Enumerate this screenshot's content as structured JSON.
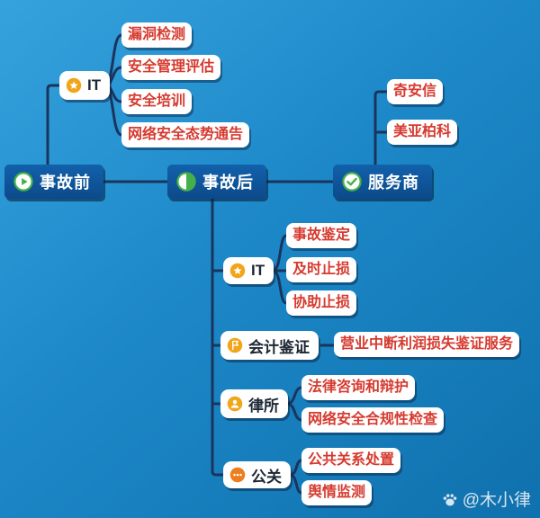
{
  "mindmap": {
    "root_row": [
      {
        "label": "事故前",
        "icon": "play-icon"
      },
      {
        "label": "事故后",
        "icon": "half-circle-icon"
      },
      {
        "label": "服务商",
        "icon": "check-icon"
      }
    ],
    "branches": {
      "pre_it": {
        "label": "IT",
        "icon": "star-icon",
        "children": [
          "漏洞检测",
          "安全管理评估",
          "安全培训",
          "网络安全态势通告"
        ]
      },
      "provider_children": [
        "奇安信",
        "美亚柏科"
      ],
      "post": [
        {
          "label": "IT",
          "icon": "star-icon",
          "children": [
            "事故鉴定",
            "及时止损",
            "协助止损"
          ]
        },
        {
          "label": "会计鉴证",
          "icon": "flag-icon",
          "children": [
            "营业中断利润损失鉴证服务"
          ]
        },
        {
          "label": "律所",
          "icon": "person-icon",
          "children": [
            "法律咨询和辩护",
            "网络安全合规性检查"
          ]
        },
        {
          "label": "公关",
          "icon": "dots-icon",
          "children": [
            "公共关系处置",
            "舆情监测"
          ]
        }
      ]
    }
  },
  "watermark": {
    "text": "@木小律"
  },
  "colors": {
    "background_top": "#35a2dd",
    "background_bottom": "#0f71ad",
    "dark_node": "#0f5ca0",
    "connector": "#19355d",
    "leaf_text": "#d63a2f",
    "parent_text": "#1d2733",
    "green": "#43b049",
    "amber": "#f0a51a",
    "orange": "#ee7d1e"
  }
}
